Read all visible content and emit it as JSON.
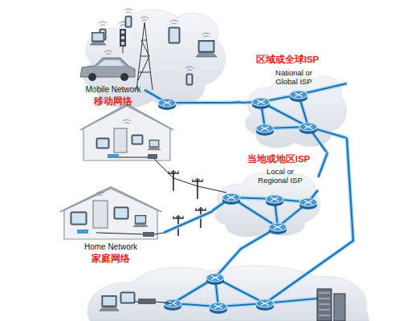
{
  "diagram": {
    "nodes": [
      {
        "text": [
          "Mobile Network",
          "移动网络"
        ]
      },
      {
        "text": [
          "区域或全球ISP",
          "National or Global ISP"
        ]
      },
      {
        "text": [
          "当地或地区ISP",
          "Local or Regional ISP"
        ]
      },
      {
        "text": [
          "Home Network",
          "家庭网络"
        ]
      }
    ],
    "edges": [
      {
        "from": 0,
        "to": 1,
        "arrow": "none"
      },
      {
        "from": 2,
        "to": 1,
        "arrow": "none"
      },
      {
        "from": 3,
        "to": 2,
        "arrow": "none"
      }
    ]
  }
}
